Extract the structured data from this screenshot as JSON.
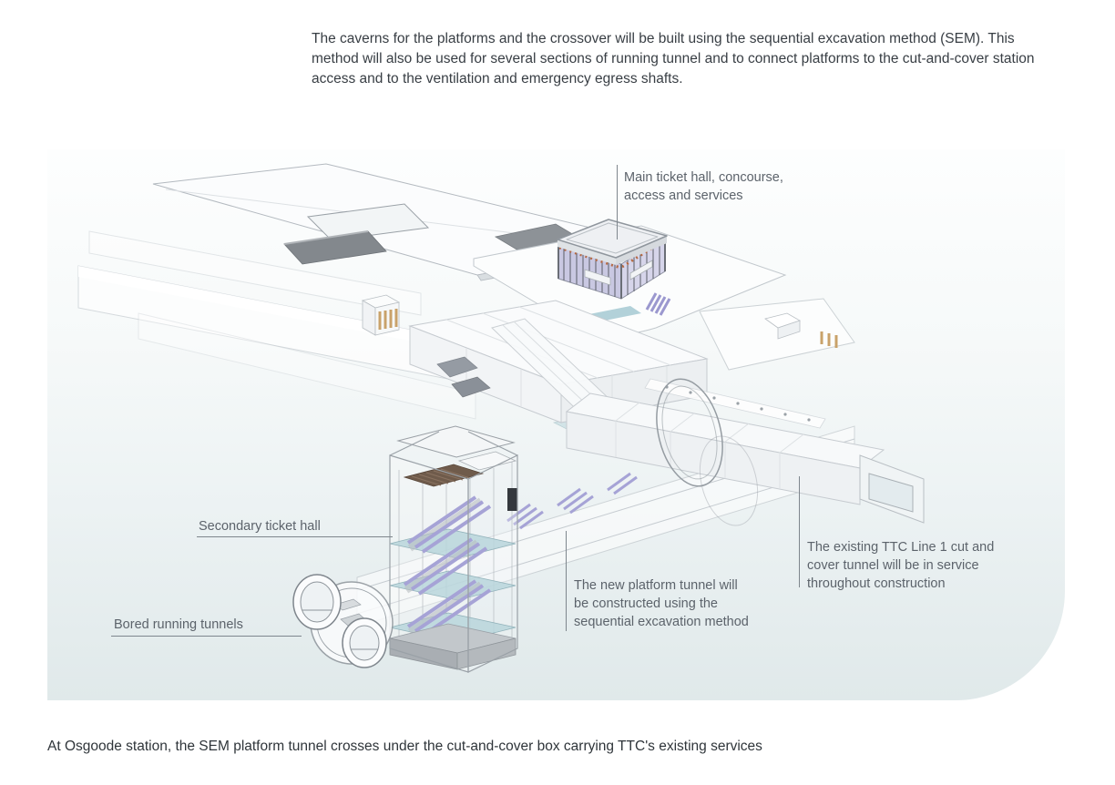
{
  "intro": {
    "text": "The caverns for the platforms and the crossover will be built using the sequential excavation method (SEM). This method will also be used for several sections of running tunnel and to connect platforms to the cut-and-cover station access and to the ventilation and emergency egress shafts."
  },
  "caption": {
    "text": "At Osgoode station, the SEM platform tunnel crosses under the cut-and-cover box carrying TTC's existing services"
  },
  "diagram": {
    "labels": {
      "main_ticket_hall": {
        "lines": [
          "Main ticket hall, concourse,",
          "access and services"
        ]
      },
      "secondary_ticket_hall": {
        "lines": [
          "Secondary ticket hall"
        ]
      },
      "bored_running_tunnels": {
        "lines": [
          "Bored running tunnels"
        ]
      },
      "new_platform_tunnel": {
        "lines": [
          "The new platform tunnel will",
          "be constructed using the",
          "sequential excavation method"
        ]
      },
      "existing_ttc": {
        "lines": [
          "The existing TTC Line 1 cut and",
          "cover tunnel will be in service",
          "throughout construction"
        ]
      }
    },
    "palette": {
      "panel_top": "#fdfefe",
      "panel_bottom": "#e0e9ea",
      "body_text": "#383e44",
      "label_text": "#5c636b",
      "leader_line": "#7e868d",
      "glass_teal": "#b9d6dc",
      "escalator_purple": "#a6a3d6",
      "wood_tan": "#c9a26a",
      "roof_brown": "#6f5b4b",
      "structure_gray": "#9aa1a7"
    }
  }
}
